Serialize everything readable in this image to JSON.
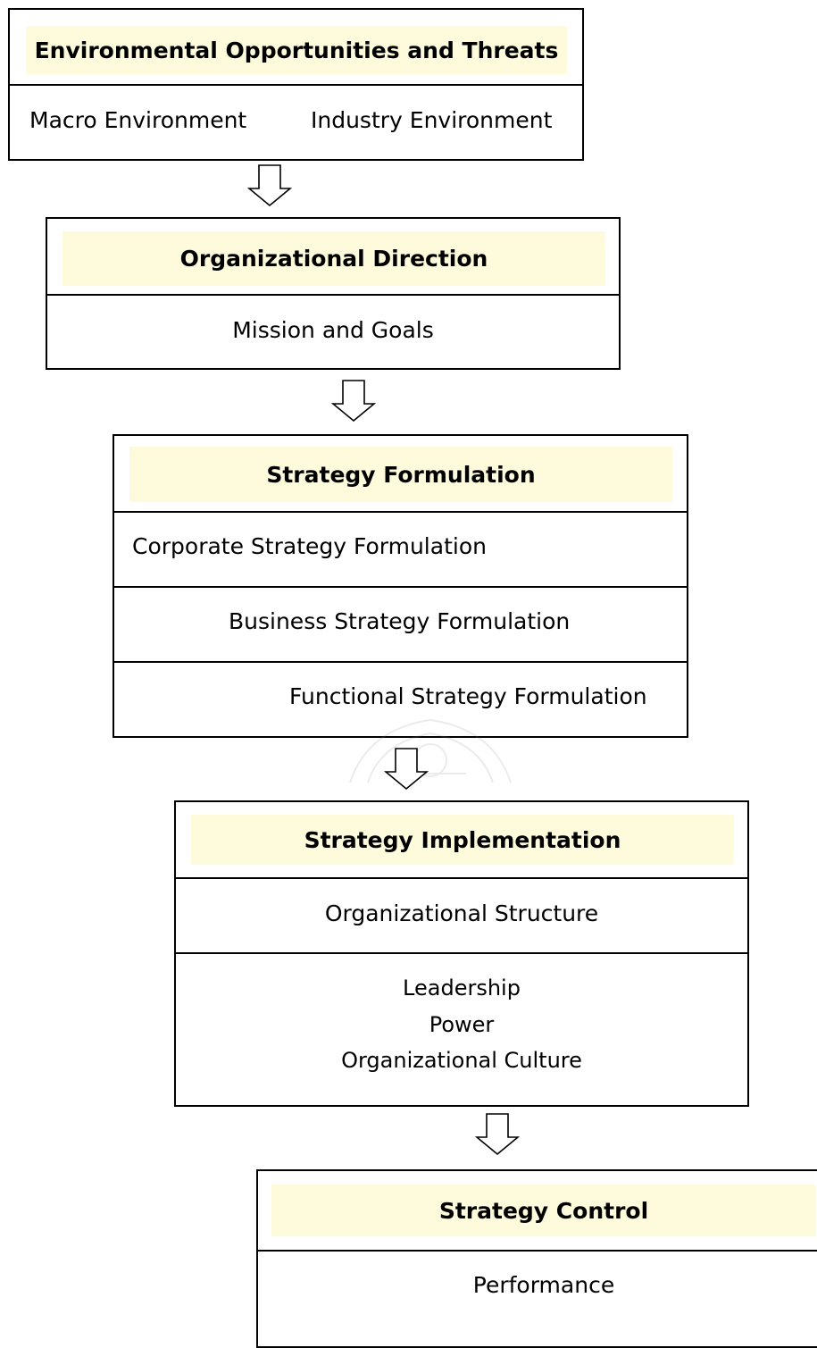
{
  "diagram": {
    "environment": {
      "title": "Environmental Opportunities and Threats",
      "items": [
        "Macro Environment",
        "Industry Environment"
      ]
    },
    "direction": {
      "title": "Organizational Direction",
      "items": [
        "Mission and Goals"
      ]
    },
    "formulation": {
      "title": "Strategy Formulation",
      "items": [
        "Corporate Strategy Formulation",
        "Business Strategy Formulation",
        "Functional Strategy Formulation"
      ]
    },
    "implementation": {
      "title": "Strategy Implementation",
      "items": [
        "Organizational Structure",
        "Leadership",
        "Power",
        "Organizational Culture"
      ]
    },
    "control": {
      "title": "Strategy Control",
      "items": [
        "Performance"
      ]
    }
  },
  "colors": {
    "title_band": "#fefbdc",
    "border": "#000000"
  }
}
